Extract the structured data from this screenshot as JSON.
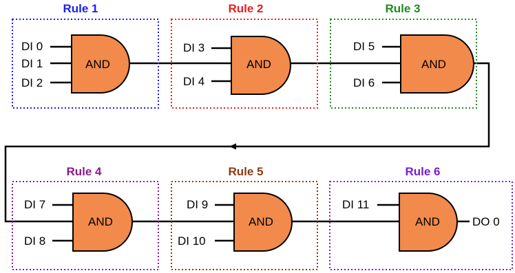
{
  "gate_label": "AND",
  "gate_color": "#f28a4b",
  "rules": [
    {
      "title": "Rule 1",
      "color": "#1a1aff",
      "inputs": [
        "DI 0",
        "DI 1",
        "DI 2"
      ]
    },
    {
      "title": "Rule 2",
      "color": "#ee1c1c",
      "inputs": [
        "DI 3",
        "DI 4"
      ]
    },
    {
      "title": "Rule 3",
      "color": "#1e8a1e",
      "inputs": [
        "DI 5",
        "DI 6"
      ]
    },
    {
      "title": "Rule 4",
      "color": "#8b1a8b",
      "inputs": [
        "DI 7",
        "DI 8"
      ]
    },
    {
      "title": "Rule 5",
      "color": "#8b3a10",
      "inputs": [
        "DI 9",
        "DI 10"
      ]
    },
    {
      "title": "Rule 6",
      "color": "#7a1ad6",
      "inputs": [
        "DI 11"
      ]
    }
  ],
  "output_label": "DO 0"
}
